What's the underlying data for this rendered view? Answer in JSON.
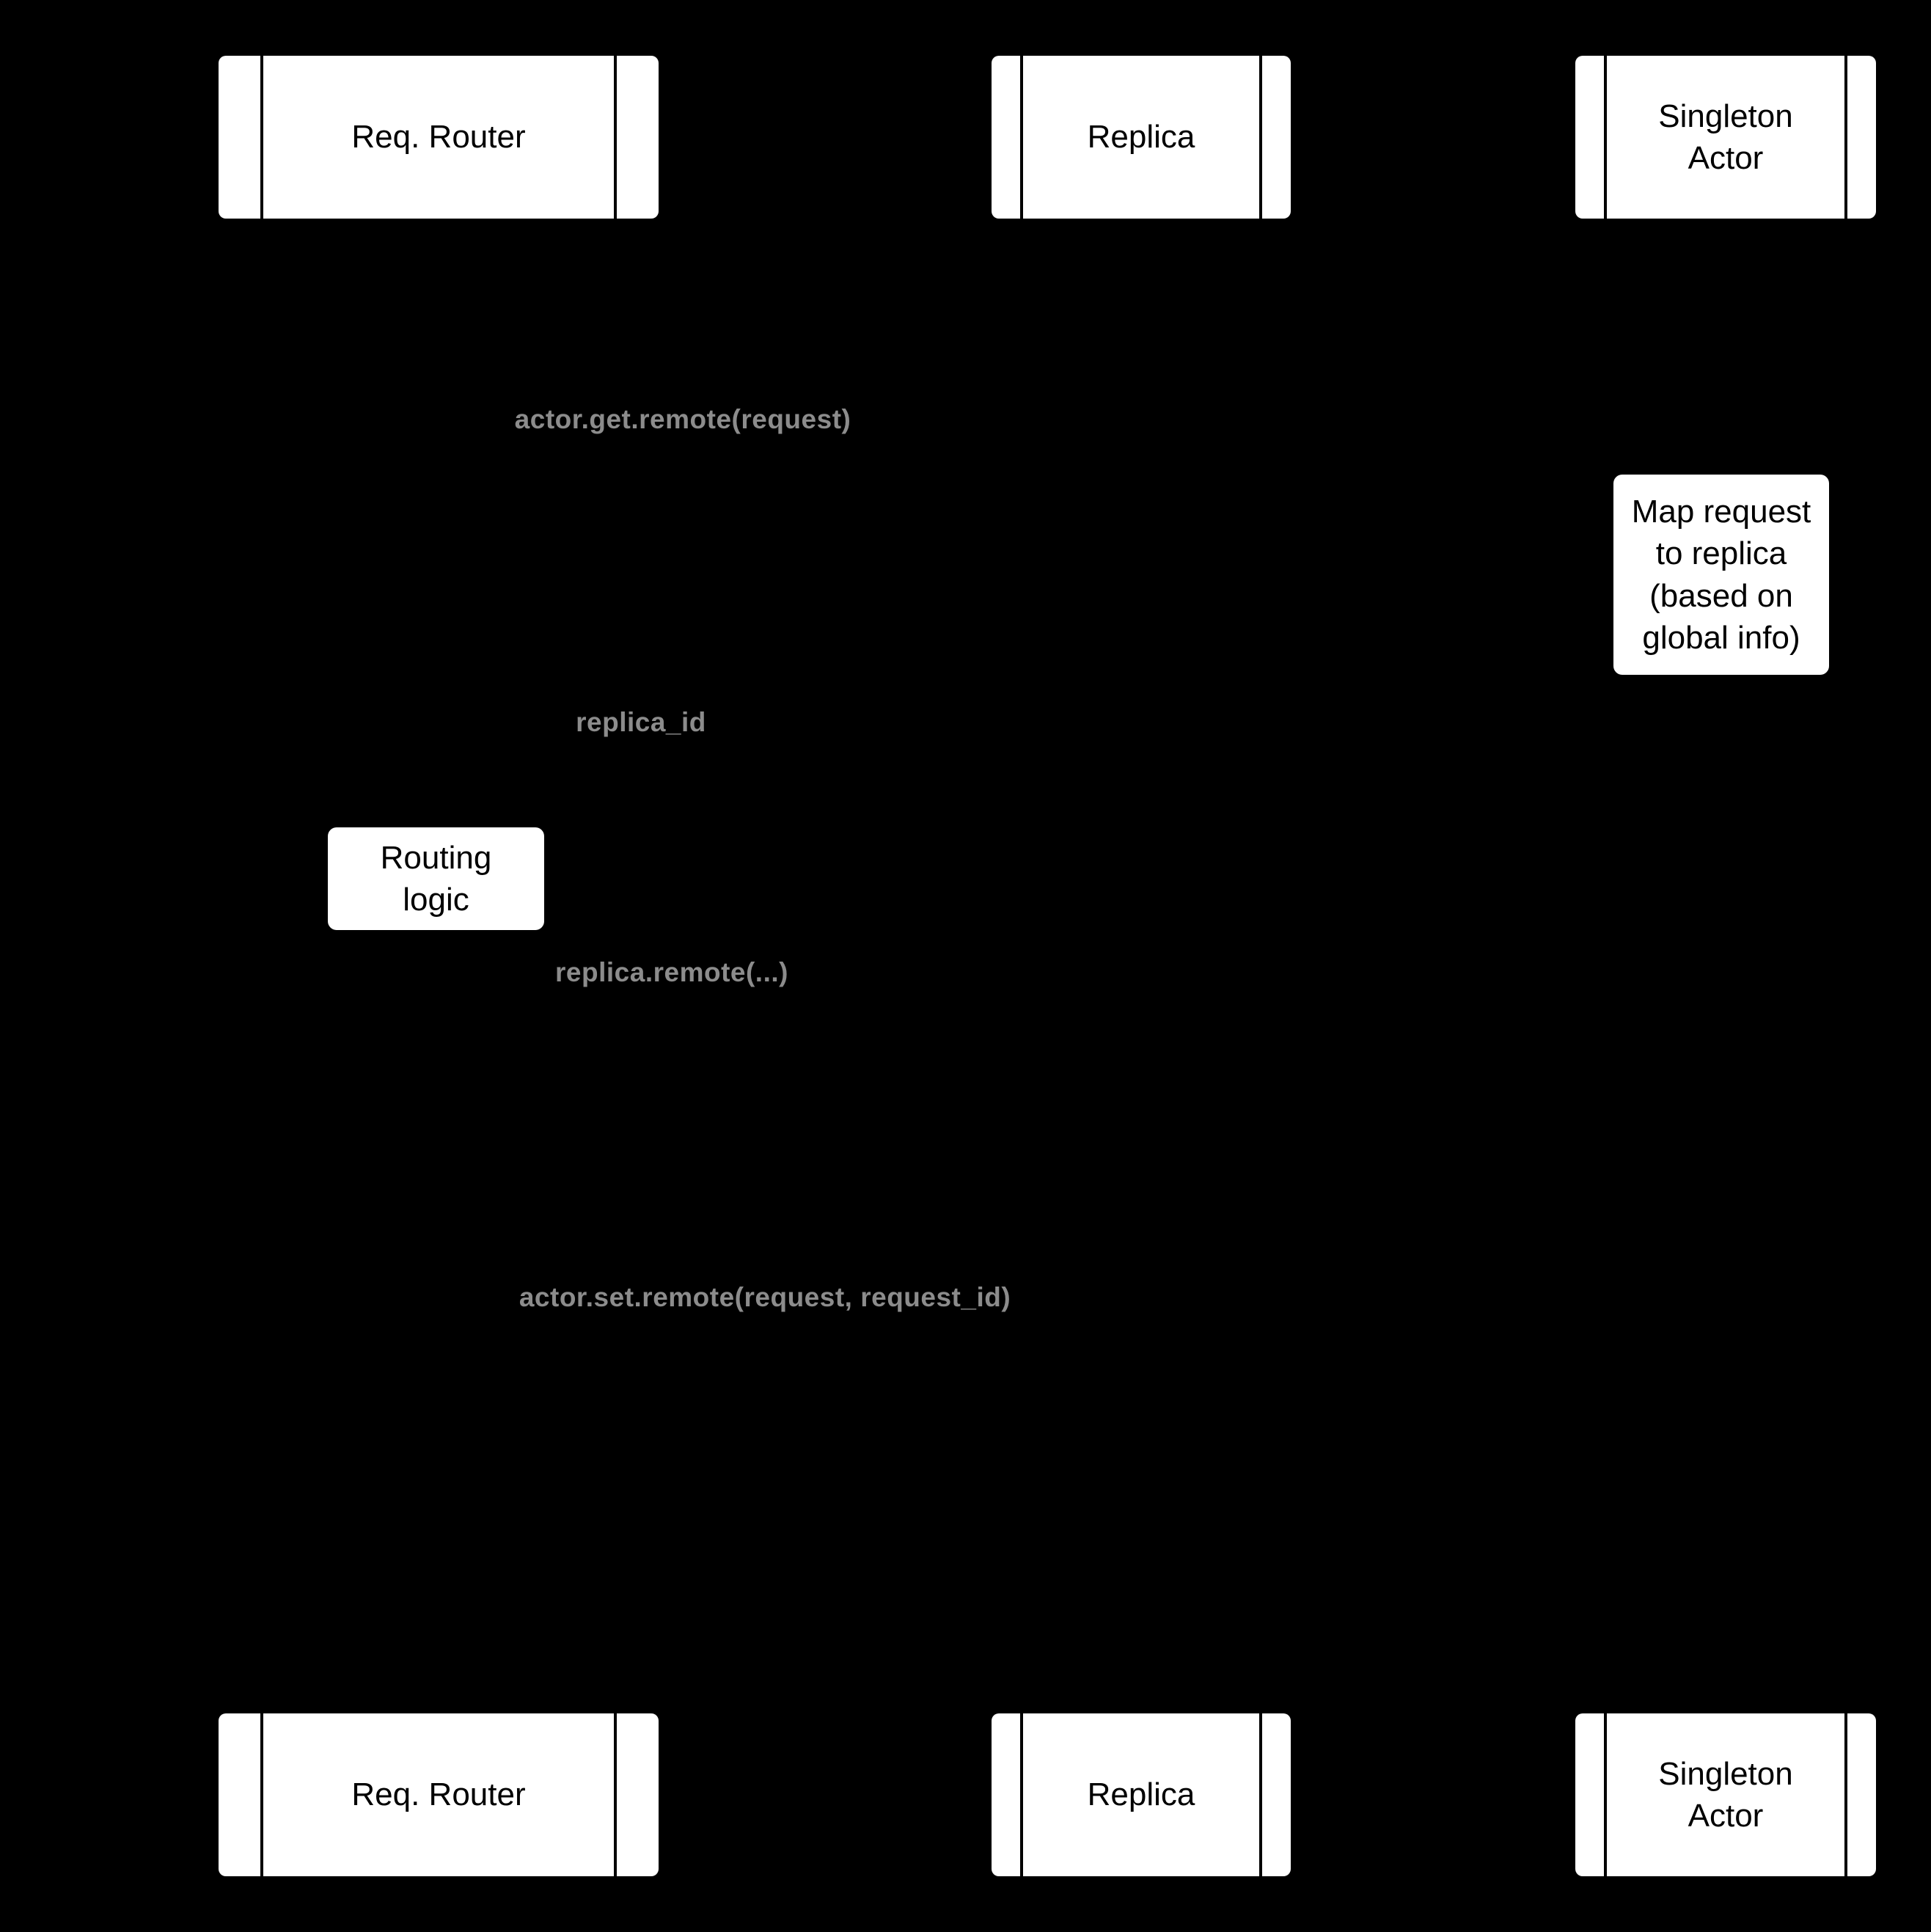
{
  "diagram": {
    "type": "sequence-diagram",
    "participants": [
      {
        "name": "Req. Router",
        "lines": [
          "Req. Router"
        ]
      },
      {
        "name": "Replica",
        "lines": [
          "Replica"
        ]
      },
      {
        "name": "Singleton Actor",
        "lines": [
          "Singleton",
          "Actor"
        ]
      }
    ],
    "messages": [
      {
        "label": "actor.get.remote(request)"
      },
      {
        "label": "replica_id"
      },
      {
        "label": "replica.remote(...)"
      },
      {
        "label": "actor.set.remote(request, request_id)"
      }
    ],
    "notes": [
      {
        "text": "Map request to replica (based on global info)",
        "lines": [
          "Map request",
          "to replica",
          "(based on",
          "global info)"
        ]
      },
      {
        "text": "Routing logic",
        "lines": [
          "Routing",
          "logic"
        ]
      }
    ],
    "colors": {
      "background": "#000000",
      "box_fill": "#ffffff",
      "box_text": "#000000",
      "box_inner_line": "#000000",
      "note_fill": "#ffffff",
      "message_label": "#8c8c8c",
      "lines_and_arrows": "#000000"
    }
  }
}
